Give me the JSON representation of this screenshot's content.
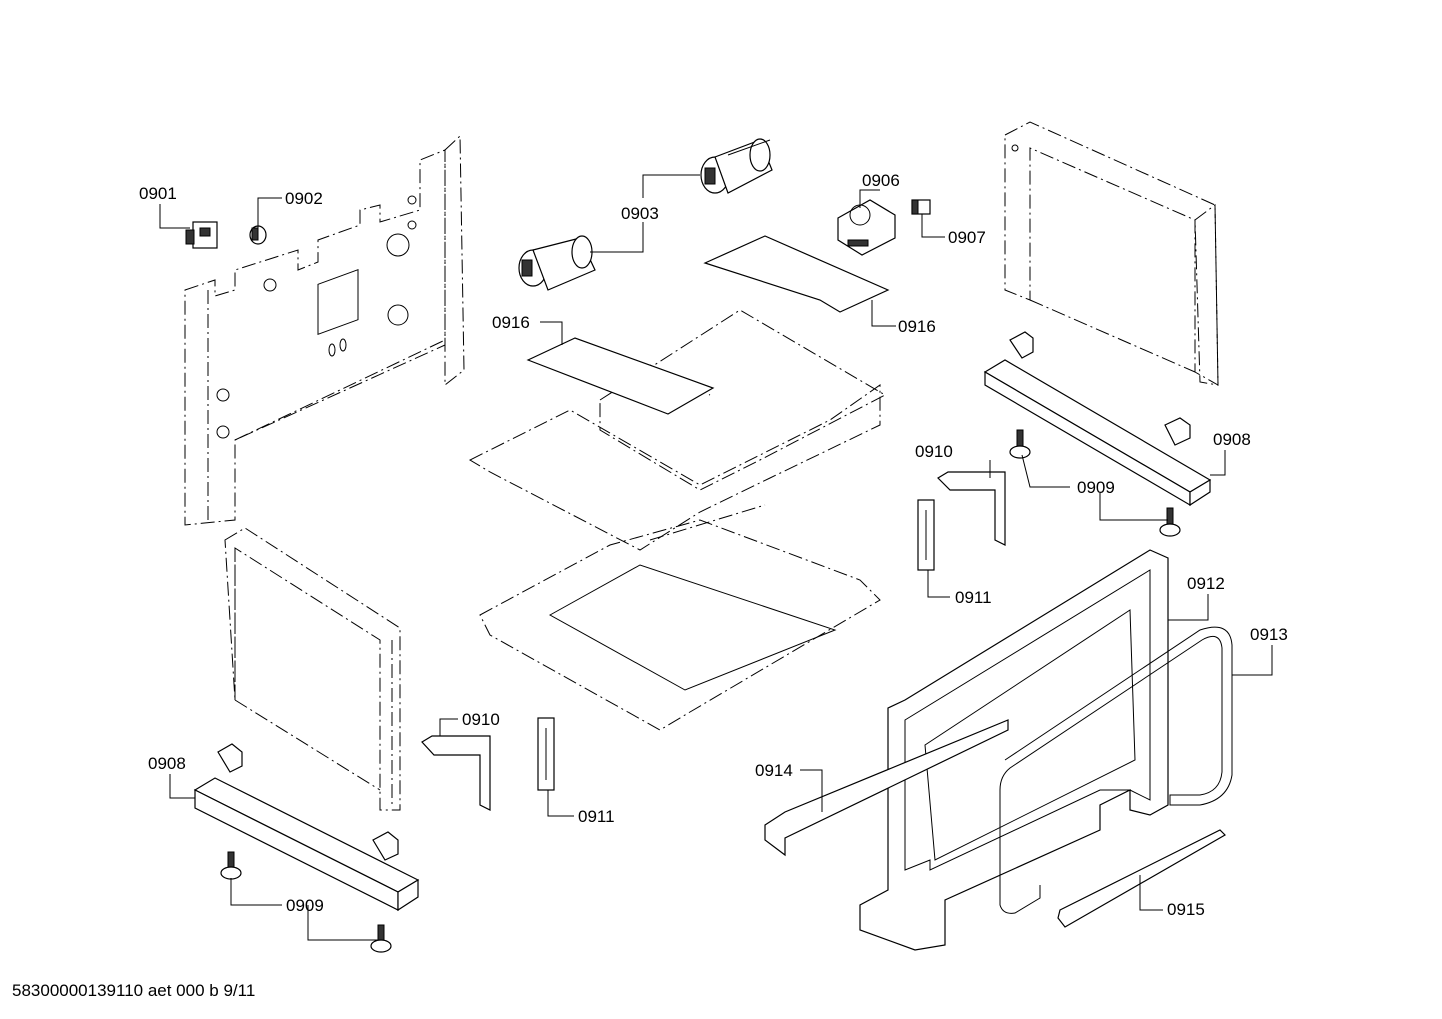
{
  "labels": {
    "p0901": "0901",
    "p0902": "0902",
    "p0903": "0903",
    "p0906": "0906",
    "p0907": "0907",
    "p0916a": "0916",
    "p0916b": "0916",
    "p0908a": "0908",
    "p0908b": "0908",
    "p0909a": "0909",
    "p0909b": "0909",
    "p0910a": "0910",
    "p0910b": "0910",
    "p0911a": "0911",
    "p0911b": "0911",
    "p0912": "0912",
    "p0913": "0913",
    "p0914": "0914",
    "p0915": "0915"
  },
  "footer": {
    "doc_id": "58300000139110 aet 000 b 9/11"
  }
}
